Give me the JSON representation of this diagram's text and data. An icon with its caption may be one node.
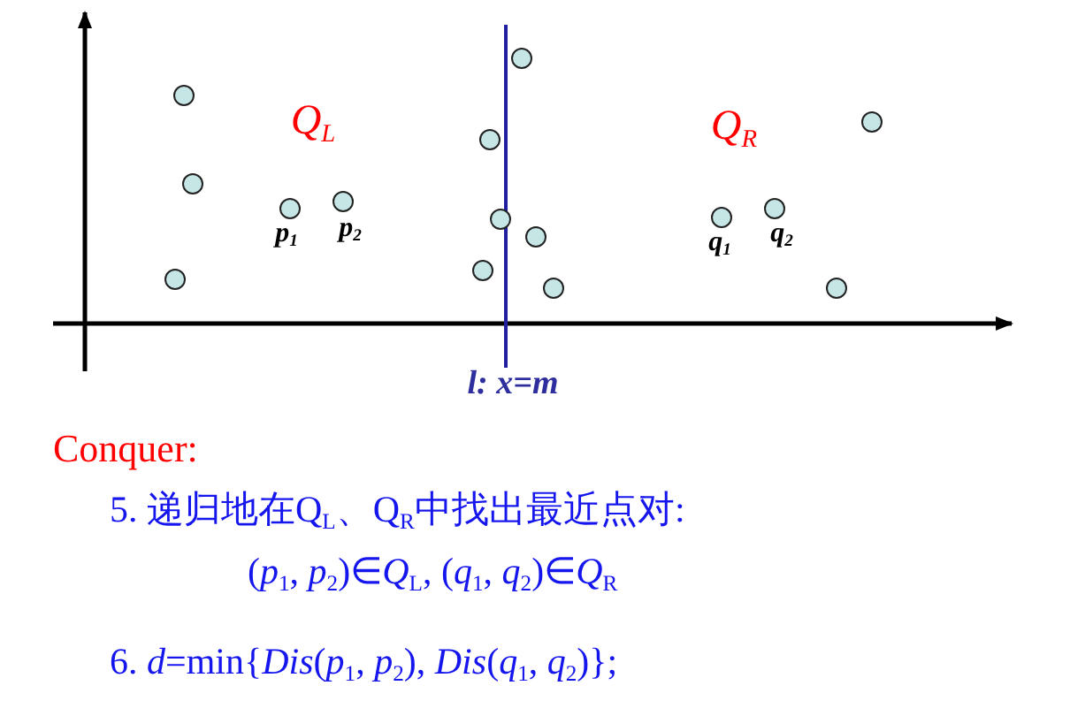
{
  "diagram": {
    "labels": [
      "Q$_{L}$",
      "Q$_{R}$",
      "p$_{1}$",
      "p$_{2}$",
      "q$_{1}$",
      "q$_{2}$",
      "l: x=m",
      "Conquer:",
      "5. 递归地在Q$_{L}$、Q$_{R}$中找出最近点对:",
      "(*p*$_{1}$, *p*$_{2}$)∈*Q*$_{L}$, (*q*$_{1}$, *q*$_{2}$)∈*Q*$_{R}$",
      "6.  *d*=min{*Dis*(*p*$_{1}$, *p*$_{2}$),  *Dis*(*q*$_{1}$, *q*$_{2}$)};"
    ]
  }
}
